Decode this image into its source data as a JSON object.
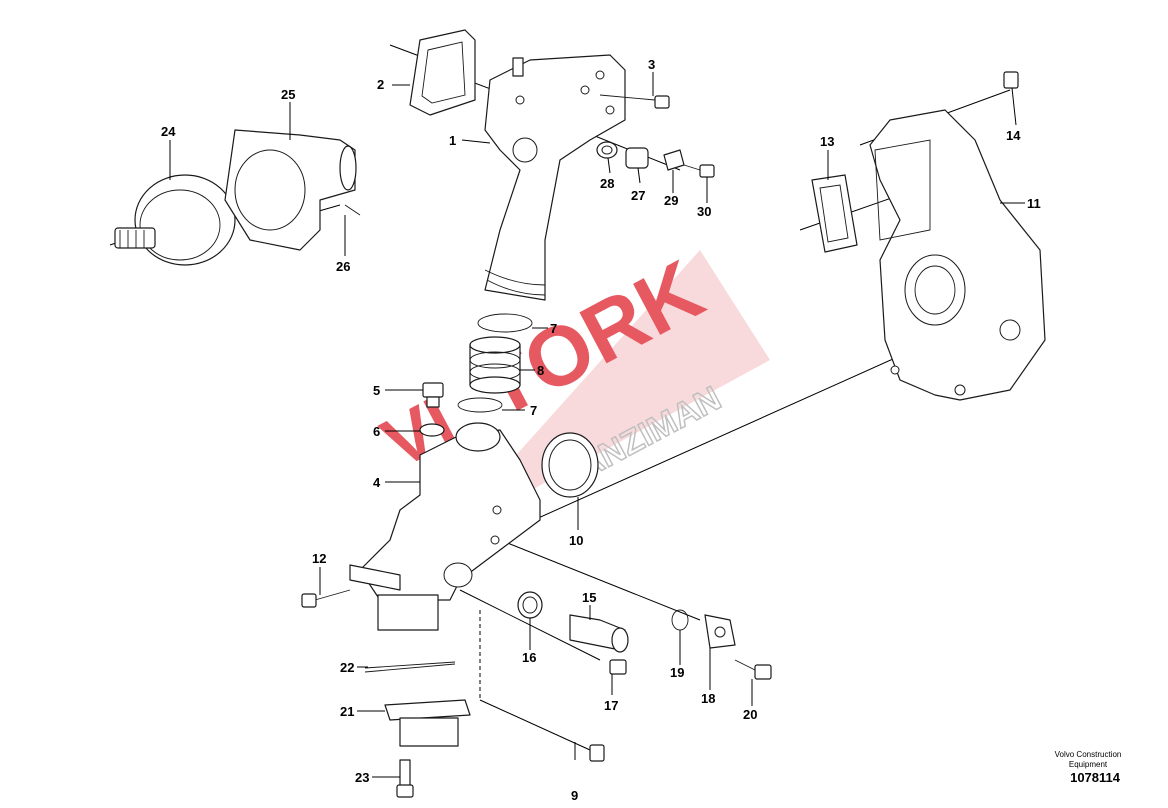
{
  "watermark": {
    "brand": "TORK",
    "brand_prefix": "VI",
    "sub": "SANZIMAN",
    "color": "#e0303a"
  },
  "callouts": [
    "1",
    "2",
    "3",
    "4",
    "5",
    "6",
    "7",
    "7",
    "8",
    "9",
    "10",
    "11",
    "12",
    "13",
    "14",
    "15",
    "16",
    "17",
    "18",
    "19",
    "20",
    "21",
    "22",
    "23",
    "24",
    "25",
    "26",
    "27",
    "28",
    "29",
    "30"
  ],
  "footer": {
    "company": "Volvo Construction Equipment",
    "number": "1078114"
  }
}
